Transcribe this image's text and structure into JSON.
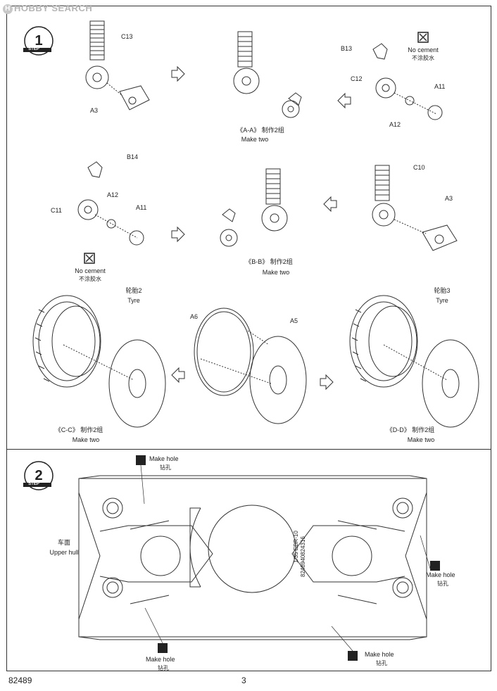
{
  "watermark": "HOBBY SEARCH",
  "step1": {
    "label": "STEP",
    "number": "1",
    "parts": {
      "c13": "C13",
      "a3": "A3",
      "b13": "B13",
      "c12": "C12",
      "a11": "A11",
      "a12": "A12",
      "b14": "B14",
      "c11": "C11",
      "a12b": "A12",
      "a11b": "A11",
      "c10": "C10",
      "a3b": "A3",
      "a6": "A6",
      "a5": "A5"
    },
    "no_cement_en": "No cement",
    "no_cement_cn": "不涂胶水",
    "aa_label": "《A-A》 制作2组",
    "bb_label": "《B-B》 制作2组",
    "cc_label": "《C-C》 制作2组",
    "dd_label": "《D-D》 制作2组",
    "make_two": "Make two",
    "tyre2_cn": "轮胎2",
    "tyre3_cn": "轮胎3",
    "tyre": "Tyre"
  },
  "step2": {
    "label": "STEP",
    "number": "2",
    "make_hole": "Make hole",
    "drill_cn": "钻孔",
    "upper_hull_cn": "车面",
    "upper_hull": "Upper hull",
    "hull_text1": "1/35 EBR-10",
    "hull_text2": "8248940824316"
  },
  "footer": {
    "kit_number": "82489",
    "page": "3"
  }
}
